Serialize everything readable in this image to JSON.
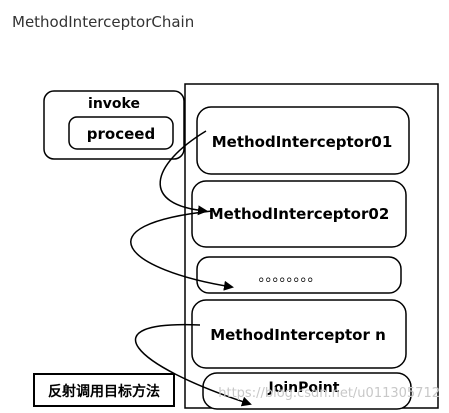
{
  "title": "MethodInterceptorChain",
  "invoke_box": {
    "label": "invoke",
    "proceed_label": "proceed"
  },
  "chain": {
    "interceptor_01": "MethodInterceptor01",
    "interceptor_02": "MethodInterceptor02",
    "ellipsis": "。。。。。。。。",
    "interceptor_n": "MethodInterceptor n",
    "join_point": "JoinPoint"
  },
  "reflection_note": "反射调用目标方法",
  "watermark": "https://blog.csdn.net/u011305712",
  "colors": {
    "stroke": "#000000",
    "background": "#ffffff",
    "title_text": "#333333",
    "watermark": "#c8c8c8"
  }
}
